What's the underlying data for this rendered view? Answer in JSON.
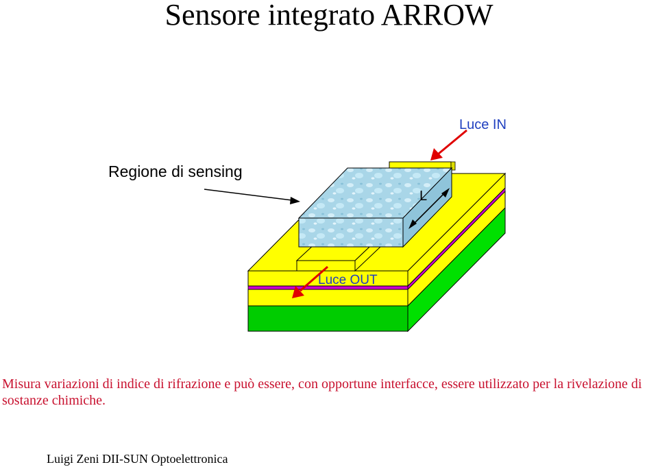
{
  "title": "Sensore integrato ARROW",
  "labels": {
    "sensing_region": "Regione di sensing",
    "light_in": "Luce IN",
    "light_out": "Luce OUT",
    "length": "L"
  },
  "description": "Misura variazioni di indice di rifrazione e può essere, con opportune interfacce, essere utilizzato per la rivelazione di sostanze chimiche.",
  "footer": "Luigi Zeni DII-SUN Optoelettronica",
  "colors": {
    "yellow": "#ffff00",
    "green": "#00cc00",
    "magenta": "#cc00cc",
    "water": "#a8d8ea",
    "arrow_red": "#e00000",
    "label_blue": "#1f3fbf",
    "text_red": "#c8102e"
  }
}
